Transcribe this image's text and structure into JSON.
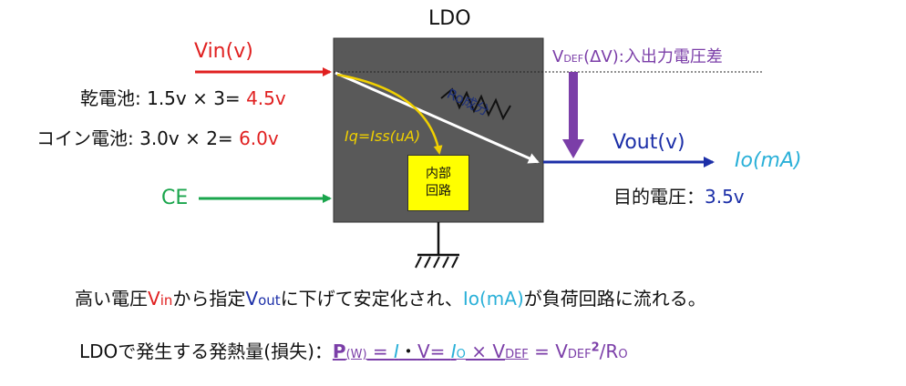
{
  "title": "LDO",
  "vin": "Vin(v)",
  "battery1": {
    "prefix": "乾電池: 1.5v × 3= ",
    "value": "4.5v"
  },
  "battery2": {
    "prefix": "コイン電池: 3.0v × 2= ",
    "value": "6.0v"
  },
  "ce": "CE",
  "vdef": {
    "v": "V",
    "sub": "DEF",
    "rest": "(ΔV):入出力電圧差"
  },
  "ro": "Ro成分",
  "iq": "Iq=Iss(uA)",
  "internal_block": {
    "line1": "内部",
    "line2": "回路"
  },
  "vout": "Vout(v)",
  "io": "Io(mA)",
  "target": {
    "prefix": "目的電圧：",
    "value": "3.5v"
  },
  "sentence1": {
    "a": "高い電圧",
    "vin_v": "V",
    "vin_in": "in",
    "b": "から指定",
    "vout_v": "V",
    "vout_out": "out",
    "c": "に下げて安定化され、",
    "io": "Io(mA)",
    "d": "が負荷回路に流れる。"
  },
  "sentence2": {
    "a": "LDOで発生する発熱量(損失)：",
    "p": "P",
    "p_sub": "(W)",
    "eq1": " = ",
    "i": "I",
    "dot": "・",
    "v": "V",
    "eq2": "= ",
    "io": "I",
    "io_sub": "O",
    "times": " × V",
    "def_sub": "DEF",
    "eq3": " = V",
    "def_sub2": "DEF",
    "sq": "2",
    "slash": "/R",
    "ro_sub": "O"
  },
  "colors": {
    "vin": "#e02020",
    "ce": "#1aa54c",
    "vout": "#1c2fa8",
    "vdef": "#7b3ea8",
    "io": "#2ab0d8",
    "iq": "#f0d000",
    "ldo_box": "#595959"
  }
}
